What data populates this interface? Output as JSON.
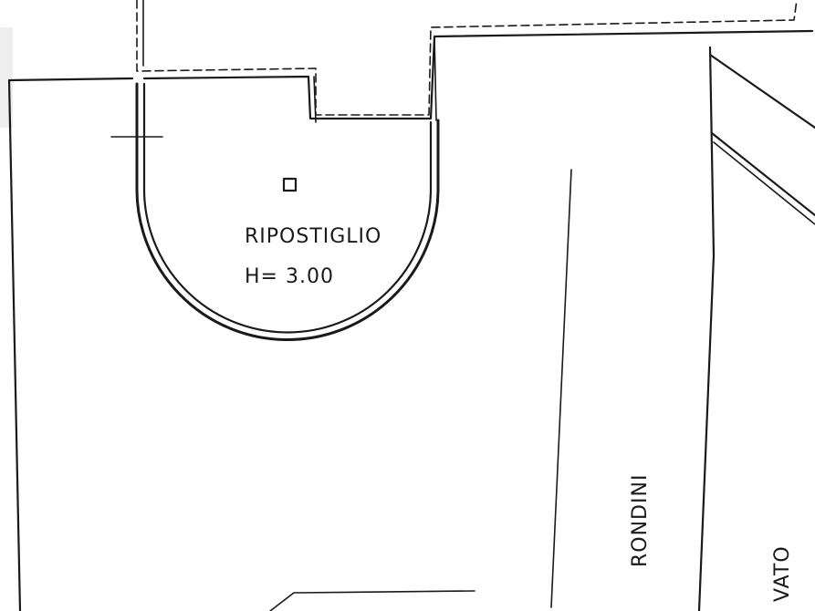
{
  "room": {
    "name": "RIPOSTIGLIO",
    "height_label": "H= 3.00"
  },
  "street_labels": {
    "left": "RONDINI",
    "right": "VATO"
  },
  "colors": {
    "ink": "#1a1a1a",
    "paper": "#ffffff"
  }
}
